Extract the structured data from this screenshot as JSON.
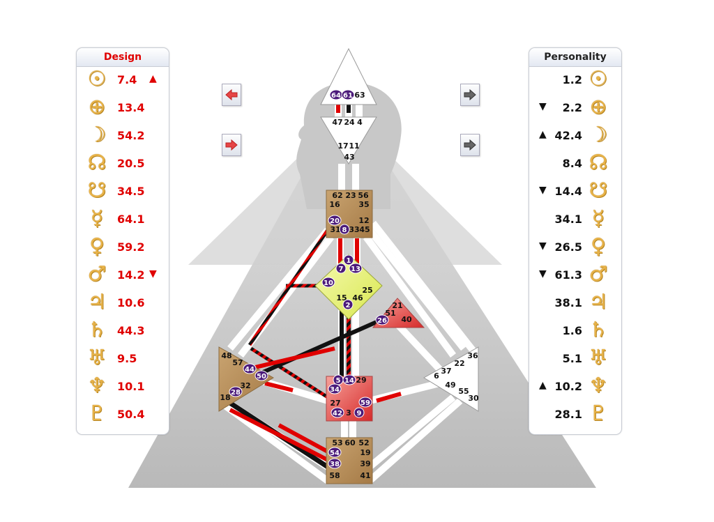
{
  "design": {
    "title": "Design",
    "color": "#e00000",
    "rows": [
      {
        "planet": "sun",
        "glyph": "☉",
        "value": "7.4",
        "arrow": "▲"
      },
      {
        "planet": "earth",
        "glyph": "⊕",
        "value": "13.4",
        "arrow": ""
      },
      {
        "planet": "moon",
        "glyph": "☽",
        "value": "54.2",
        "arrow": ""
      },
      {
        "planet": "north-node",
        "glyph": "☊",
        "value": "20.5",
        "arrow": ""
      },
      {
        "planet": "south-node",
        "glyph": "☋",
        "value": "34.5",
        "arrow": ""
      },
      {
        "planet": "mercury",
        "glyph": "☿",
        "value": "64.1",
        "arrow": ""
      },
      {
        "planet": "venus",
        "glyph": "♀",
        "value": "59.2",
        "arrow": ""
      },
      {
        "planet": "mars",
        "glyph": "♂",
        "value": "14.2",
        "arrow": "▼"
      },
      {
        "planet": "jupiter",
        "glyph": "♃",
        "value": "10.6",
        "arrow": ""
      },
      {
        "planet": "saturn",
        "glyph": "♄",
        "value": "44.3",
        "arrow": ""
      },
      {
        "planet": "uranus",
        "glyph": "♅",
        "value": "9.5",
        "arrow": ""
      },
      {
        "planet": "neptune",
        "glyph": "♆",
        "value": "10.1",
        "arrow": ""
      },
      {
        "planet": "pluto",
        "glyph": "♇",
        "value": "50.4",
        "arrow": ""
      }
    ]
  },
  "personality": {
    "title": "Personality",
    "color": "#111111",
    "rows": [
      {
        "planet": "sun",
        "glyph": "☉",
        "value": "1.2",
        "arrow": ""
      },
      {
        "planet": "earth",
        "glyph": "⊕",
        "value": "2.2",
        "arrow": "▼"
      },
      {
        "planet": "moon",
        "glyph": "☽",
        "value": "42.4",
        "arrow": "▲"
      },
      {
        "planet": "north-node",
        "glyph": "☊",
        "value": "8.4",
        "arrow": ""
      },
      {
        "planet": "south-node",
        "glyph": "☋",
        "value": "14.4",
        "arrow": "▼"
      },
      {
        "planet": "mercury",
        "glyph": "☿",
        "value": "34.1",
        "arrow": ""
      },
      {
        "planet": "venus",
        "glyph": "♀",
        "value": "26.5",
        "arrow": "▼"
      },
      {
        "planet": "mars",
        "glyph": "♂",
        "value": "61.3",
        "arrow": "▼"
      },
      {
        "planet": "jupiter",
        "glyph": "♃",
        "value": "38.1",
        "arrow": ""
      },
      {
        "planet": "saturn",
        "glyph": "♄",
        "value": "1.6",
        "arrow": ""
      },
      {
        "planet": "uranus",
        "glyph": "♅",
        "value": "5.1",
        "arrow": ""
      },
      {
        "planet": "neptune",
        "glyph": "♆",
        "value": "10.2",
        "arrow": "▲"
      },
      {
        "planet": "pluto",
        "glyph": "♇",
        "value": "28.1",
        "arrow": ""
      }
    ]
  },
  "nav": {
    "design_head": "red-left-arrow-icon",
    "design_mind": "red-right-arrow-icon",
    "personality_head": "gray-right-arrow-icon",
    "personality_mind": "gray-right-arrow-icon"
  },
  "colors": {
    "design": "#e00000",
    "personality": "#000000",
    "defined_center_brown": "#b88f5a",
    "g_center_yellow": "#e6f07a",
    "sacral_red": "#e84a4a",
    "gate_badge": "#4b1a7a",
    "channel_white": "#ffffff"
  },
  "gates": {
    "head": [
      "64",
      "61",
      "63"
    ],
    "ajna": [
      "47",
      "24",
      "4",
      "17",
      "11",
      "43"
    ],
    "throat": [
      "62",
      "23",
      "56",
      "16",
      "35",
      "20",
      "12",
      "31",
      "8",
      "33",
      "45"
    ],
    "g": [
      "1",
      "7",
      "13",
      "10",
      "25",
      "15",
      "46",
      "2"
    ],
    "ego": [
      "21",
      "51",
      "26",
      "40"
    ],
    "spleen": [
      "48",
      "57",
      "44",
      "50",
      "32",
      "28",
      "18"
    ],
    "sacral": [
      "5",
      "14",
      "29",
      "34",
      "27",
      "59",
      "42",
      "3",
      "9"
    ],
    "solar_plexus": [
      "36",
      "22",
      "6",
      "37",
      "49",
      "55",
      "30"
    ],
    "root": [
      "53",
      "60",
      "52",
      "54",
      "19",
      "38",
      "39",
      "58",
      "41"
    ]
  },
  "activated_gates": [
    "64",
    "61",
    "20",
    "8",
    "1",
    "7",
    "13",
    "10",
    "2",
    "26",
    "44",
    "50",
    "28",
    "5",
    "14",
    "34",
    "59",
    "42",
    "9",
    "54",
    "38"
  ]
}
